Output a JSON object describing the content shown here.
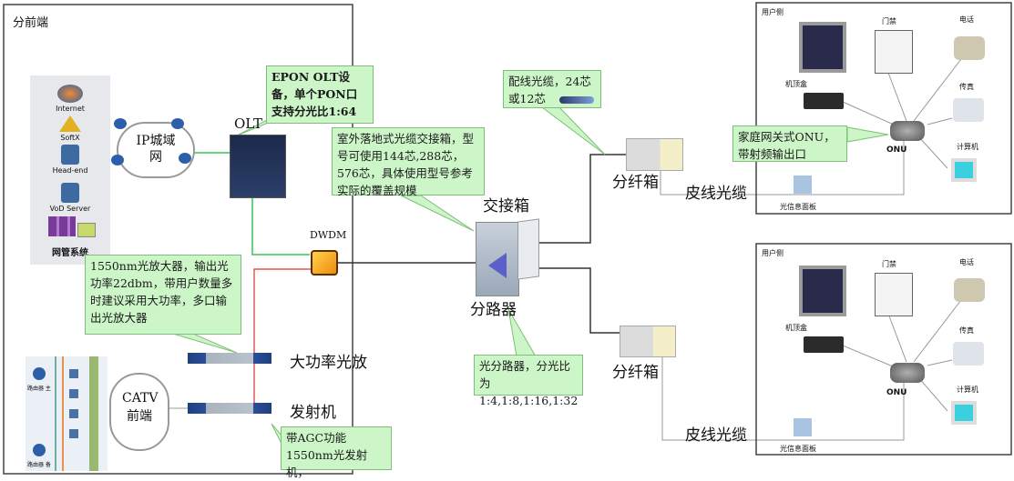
{
  "head_end": {
    "title": "分前端",
    "systems": [
      "Internet",
      "SoftX",
      "Head-end",
      "VoD Server"
    ],
    "nms_label": "网管系统",
    "ip_cloud": "IP城域网",
    "catv_cloud": "CATV前端",
    "catv_router_labels": [
      "路由器 主",
      "路由器 备"
    ]
  },
  "devices": {
    "olt": "OLT",
    "dwdm": "DWDM",
    "amplifier": "大功率光放",
    "transmitter": "发射机",
    "cross_box": "交接箱",
    "splitter": "分路器",
    "fiber_box_1": "分纤箱",
    "fiber_box_2": "分纤箱",
    "drop_cable_1": "皮线光缆",
    "drop_cable_2": "皮线光缆"
  },
  "callouts": {
    "olt": "EPON OLT设备，单个PON口支持分光比1:64",
    "cross_box": "室外落地式光缆交接箱，型号可使用144芯,288芯，576芯，具体使用型号参考实际的覆盖规模",
    "amplifier": "1550nm光放大器，输出光功率22dbm，带用户数量多时建议采用大功率，多口输出光放大器",
    "transmitter": "带AGC功能1550nm光发射机，",
    "distribution_cable": "配线光缆，24芯或12芯",
    "splitter": "光分路器，分光比为1:4,1:8,1:16,1:32",
    "onu": "家庭网关式ONU，带射频输出口"
  },
  "user_side": [
    {
      "title": "用户侧",
      "stb": "机顶盒",
      "door": "门禁",
      "phone": "电话",
      "fax": "传真",
      "pc": "计算机",
      "onu": "ONU",
      "panel": "光信息面板"
    },
    {
      "title": "用户侧",
      "stb": "机顶盒",
      "door": "门禁",
      "phone": "电话",
      "fax": "传真",
      "pc": "计算机",
      "onu": "ONU",
      "panel": "光信息面板"
    }
  ],
  "colors": {
    "callout_fill": "#ccf5c8",
    "fiber_green": "#3cc05a",
    "catv_red": "#e03030",
    "trunk": "#333333"
  }
}
